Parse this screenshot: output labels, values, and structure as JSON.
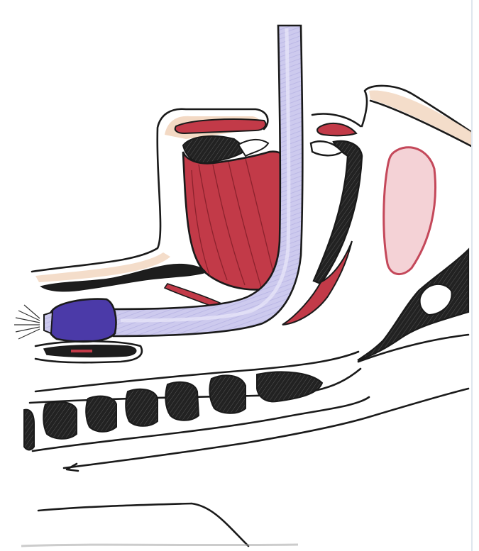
{
  "colors": {
    "background": "#ffffff",
    "ink": "#1a1a1a",
    "tube": "#c9c6ec",
    "tube_shade": "#9e9ad6",
    "cuff": "#4b3aa8",
    "muscle": "#c23a48",
    "muscle_dark": "#8e1f2a",
    "mucosa": "#f3d9c4",
    "tonsil": "#f4d2d6",
    "tonsil_rim": "#c4485a",
    "cartilage": "#1d1d1d"
  },
  "diagram": {
    "type": "anatomical-sketch",
    "structures": [
      "tracheal-tube",
      "tube-cuff",
      "epiglottis",
      "vocal-cords",
      "hyoid-muscle",
      "pharyngeal-wall",
      "tonsil",
      "vertebral-column",
      "esophagus",
      "soft-palate"
    ]
  }
}
